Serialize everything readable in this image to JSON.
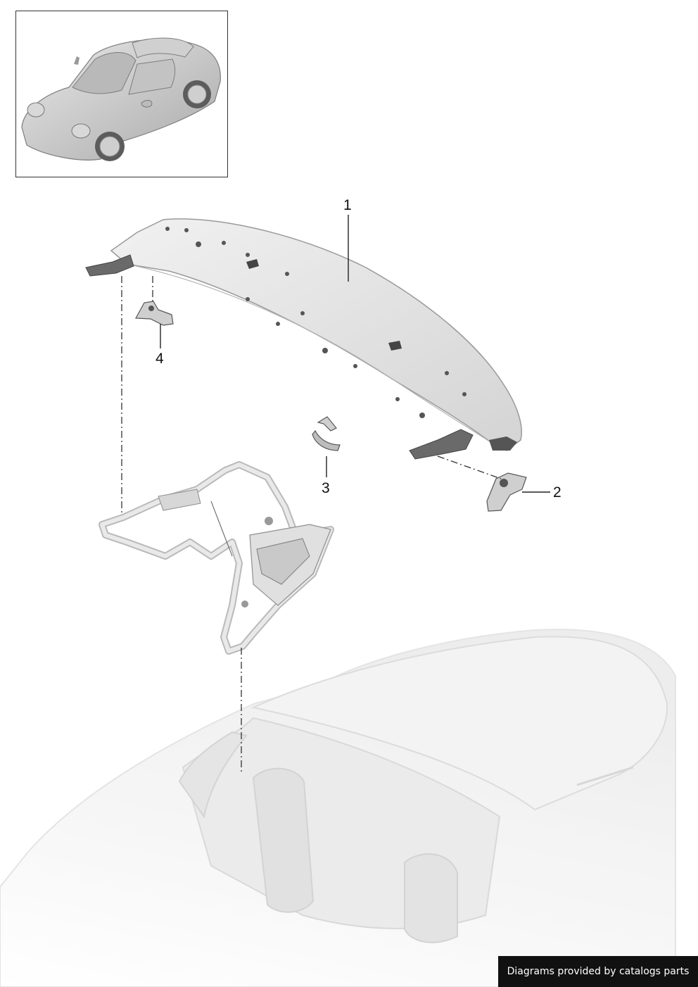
{
  "callouts": [
    {
      "id": "1",
      "label": "1"
    },
    {
      "id": "2",
      "label": "2"
    },
    {
      "id": "3",
      "label": "3"
    },
    {
      "id": "4",
      "label": "4"
    }
  ],
  "credit": {
    "text": "Diagrams provided by catalogs parts"
  },
  "colors": {
    "part_fill": "#e6e6e6",
    "part_stroke": "#9a9a9a",
    "part_dark": "#5a5a5a",
    "car_fill": "#efefef",
    "car_stroke": "#d2d2d2",
    "leader": "#222222",
    "credit_bg": "#111111",
    "credit_text": "#ffffff"
  }
}
